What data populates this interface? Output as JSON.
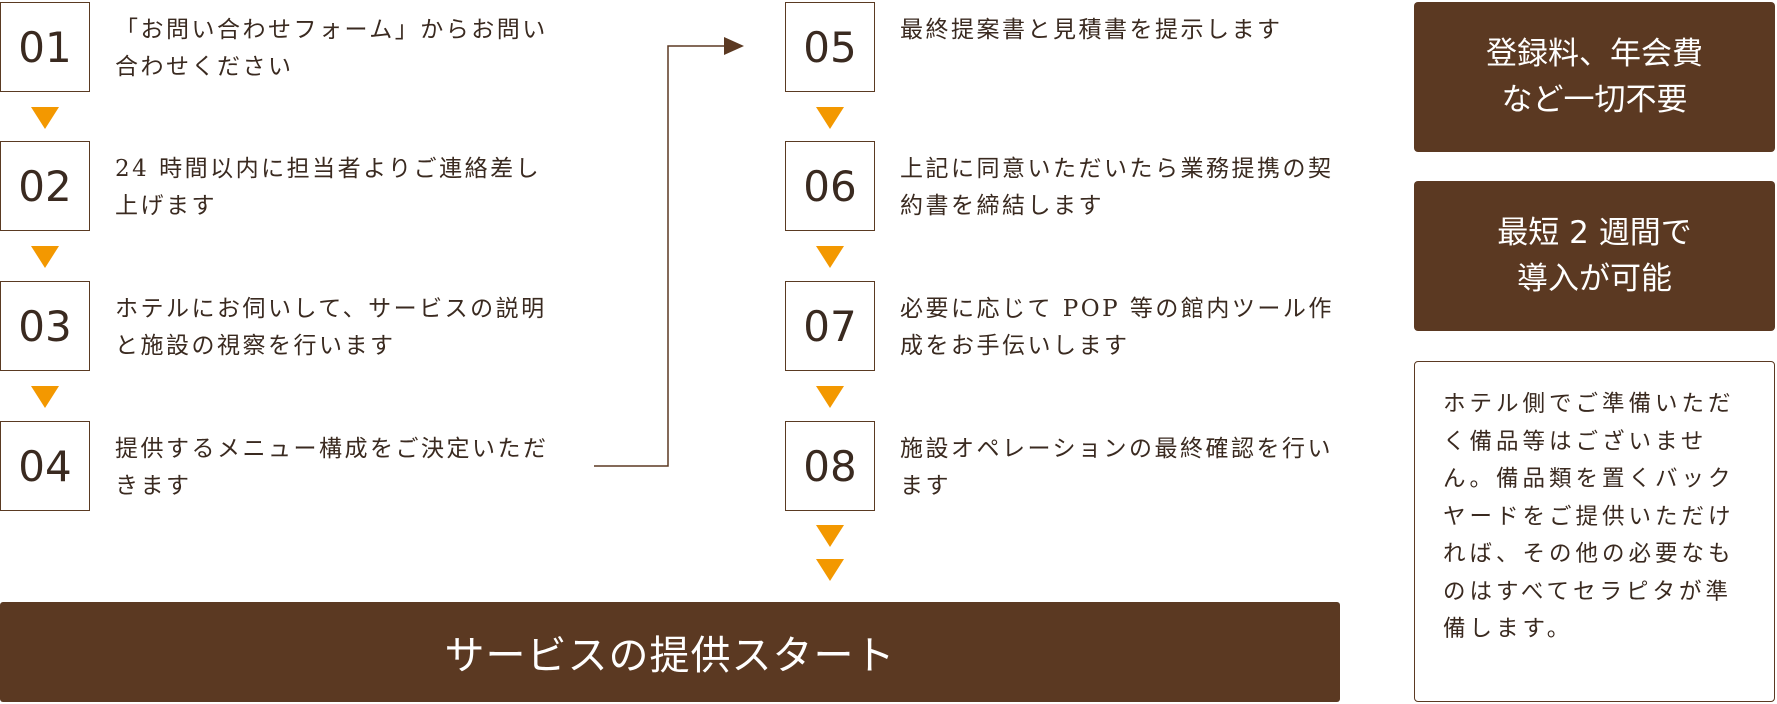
{
  "steps": [
    {
      "num": "01",
      "text": "「お問い合わせフォーム」からお問い合わせください"
    },
    {
      "num": "02",
      "text": "24 時間以内に担当者よりご連絡差し上げます"
    },
    {
      "num": "03",
      "text": "ホテルにお伺いして、サービスの説明と施設の視察を行います"
    },
    {
      "num": "04",
      "text": "提供するメニュー構成をご決定いただきます"
    },
    {
      "num": "05",
      "text": "最終提案書と見積書を提示します"
    },
    {
      "num": "06",
      "text": "上記に同意いただいたら業務提携の契約書を締結します"
    },
    {
      "num": "07",
      "text": "必要に応じて POP 等の館内ツール作成をお手伝いします"
    },
    {
      "num": "08",
      "text": "施設オペレーションの最終確認を行います"
    }
  ],
  "start": {
    "label": "サービスの提供スタート"
  },
  "side": {
    "box1": {
      "line1": "登録料、年会費",
      "line2": "など一切不要"
    },
    "box2": {
      "line1": "最短 2 週間で",
      "line2": "導入が可能"
    },
    "note": "ホテル側でご準備いただく備品等はございません。備品類を置くバックヤードをご提供いただければ、その他の必要なものはすべてセラピタが準備します。"
  },
  "colors": {
    "brown": "#5b3922",
    "orange": "#f39800",
    "text": "#3a2a20"
  }
}
